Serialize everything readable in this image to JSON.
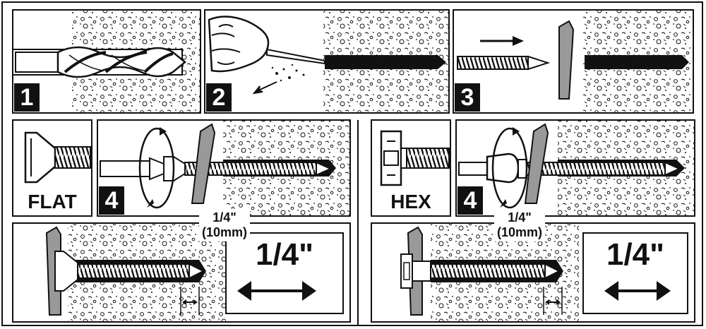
{
  "steps": {
    "s1": "1",
    "s2": "2",
    "s3": "3",
    "s4_flat": "4",
    "s4_hex": "4"
  },
  "labels": {
    "flat": "FLAT",
    "hex": "HEX"
  },
  "callouts": {
    "left_fraction": "1/4\"",
    "left_metric": "(10mm)",
    "right_fraction": "1/4\"",
    "right_metric": "(10mm)"
  },
  "gap_boxes": {
    "left": "1/4\"",
    "right": "1/4\""
  },
  "colors": {
    "ink": "#111111",
    "metal": "#9a9a9a",
    "paper": "#ffffff"
  }
}
